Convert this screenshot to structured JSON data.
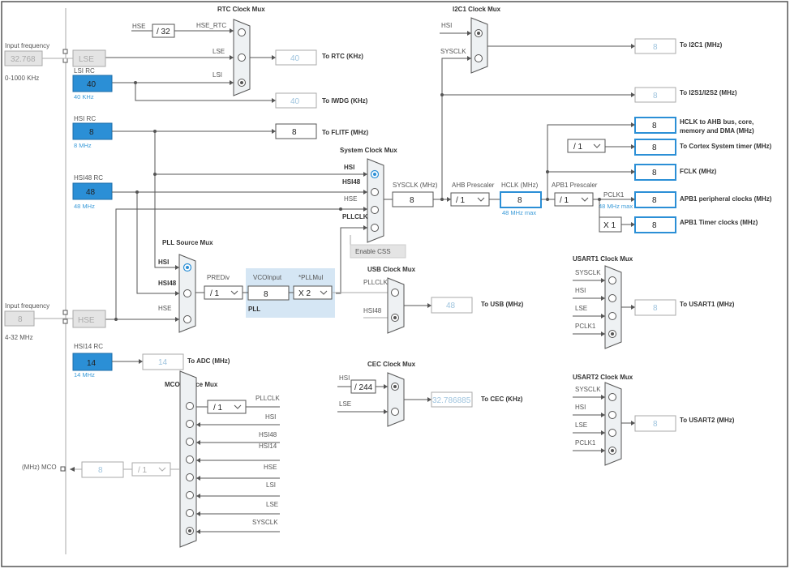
{
  "rtc_mux": {
    "title": "RTC Clock Mux",
    "in_hse_label": "HSE",
    "div": "/ 32",
    "hse_rtc": "HSE_RTC",
    "in_lse": "LSE",
    "in_lsi": "LSI",
    "out_rtc_value": "40",
    "out_rtc_label": "To RTC (KHz)",
    "out_iwdg_value": "40",
    "out_iwdg_label": "To IWDG (KHz)"
  },
  "lse": {
    "input_freq_label": "Input frequency",
    "input_freq_value": "32.768",
    "range": "0-1000 KHz",
    "label": "LSE"
  },
  "lsi": {
    "title": "LSI RC",
    "value": "40",
    "freq": "40 KHz"
  },
  "hsi": {
    "title": "HSI RC",
    "value": "8",
    "freq": "8 MHz",
    "flitf_value": "8",
    "flitf_label": "To FLITF (MHz)"
  },
  "hsi48": {
    "title": "HSI48 RC",
    "value": "48",
    "freq": "48 MHz"
  },
  "hse": {
    "input_freq_label": "Input frequency",
    "input_freq_value": "8",
    "range": "4-32 MHz",
    "label": "HSE"
  },
  "hsi14": {
    "title": "HSI14 RC",
    "value": "14",
    "freq": "14 MHz",
    "adc_value": "14",
    "adc_label": "To ADC (MHz)"
  },
  "i2c1_mux": {
    "title": "I2C1 Clock Mux",
    "in_hsi": "HSI",
    "in_sysclk": "SYSCLK",
    "out_value": "8",
    "out_label": "To I2C1 (MHz)",
    "i2s_value": "8",
    "i2s_label": "To I2S1/I2S2 (MHz)"
  },
  "sys_mux": {
    "title": "System Clock Mux",
    "in_hsi": "HSI",
    "in_hsi48": "HSI48",
    "in_hse": "HSE",
    "in_pllclk": "PLLCLK",
    "sysclk_label": "SYSCLK (MHz)",
    "sysclk_value": "8",
    "css_button": "Enable CSS"
  },
  "ahb": {
    "label": "AHB Prescaler",
    "value": "/ 1",
    "hclk_label": "HCLK (MHz)",
    "hclk_value": "8",
    "hclk_max": "48 MHz max"
  },
  "apb1": {
    "label": "APB1 Prescaler",
    "value": "/ 1",
    "pclk1_label": "PCLK1",
    "pclk1_max": "48 MHz max",
    "timer_mult": "X 1"
  },
  "outputs": {
    "ahb_value": "8",
    "ahb_label1": "HCLK to AHB bus, core,",
    "ahb_label2": "memory and DMA (MHz)",
    "cortex_div": "/ 1",
    "cortex_value": "8",
    "cortex_label": "To Cortex System timer (MHz)",
    "fclk_value": "8",
    "fclk_label": "FCLK (MHz)",
    "apb1p_value": "8",
    "apb1p_label": "APB1 peripheral clocks (MHz)",
    "apb1t_value": "8",
    "apb1t_label": "APB1 Timer clocks (MHz)"
  },
  "pll": {
    "mux_title": "PLL Source Mux",
    "in_hsi": "HSI",
    "in_hsi48": "HSI48",
    "in_hse": "HSE",
    "prediv_label": "PREDiv",
    "prediv_value": "/ 1",
    "vco_label": "VCOInput",
    "vco_value": "8",
    "pllmul_label": "*PLLMul",
    "pllmul_value": "X 2",
    "pll_label": "PLL"
  },
  "usb_mux": {
    "title": "USB Clock Mux",
    "in_pllclk": "PLLCLK",
    "in_hsi48": "HSI48",
    "out_value": "48",
    "out_label": "To USB (MHz)"
  },
  "cec_mux": {
    "title": "CEC Clock Mux",
    "in_hsi": "HSI",
    "div": "/ 244",
    "in_lse": "LSE",
    "out_value": "32.786885",
    "out_label": "To CEC (KHz)"
  },
  "usart1_mux": {
    "title": "USART1 Clock Mux",
    "inputs": [
      "SYSCLK",
      "HSI",
      "LSE",
      "PCLK1"
    ],
    "out_value": "8",
    "out_label": "To USART1 (MHz)"
  },
  "usart2_mux": {
    "title": "USART2 Clock Mux",
    "inputs": [
      "SYSCLK",
      "HSI",
      "LSE",
      "PCLK1"
    ],
    "out_value": "8",
    "out_label": "To USART2 (MHz)"
  },
  "mco": {
    "title": "MCO source Mux",
    "div": "/ 1",
    "inputs": [
      "PLLCLK",
      "HSI",
      "HSI48",
      "HSI14",
      "HSE",
      "LSI",
      "LSE",
      "SYSCLK"
    ],
    "out_div": "/ 1",
    "out_value": "8",
    "out_label": "(MHz) MCO"
  }
}
